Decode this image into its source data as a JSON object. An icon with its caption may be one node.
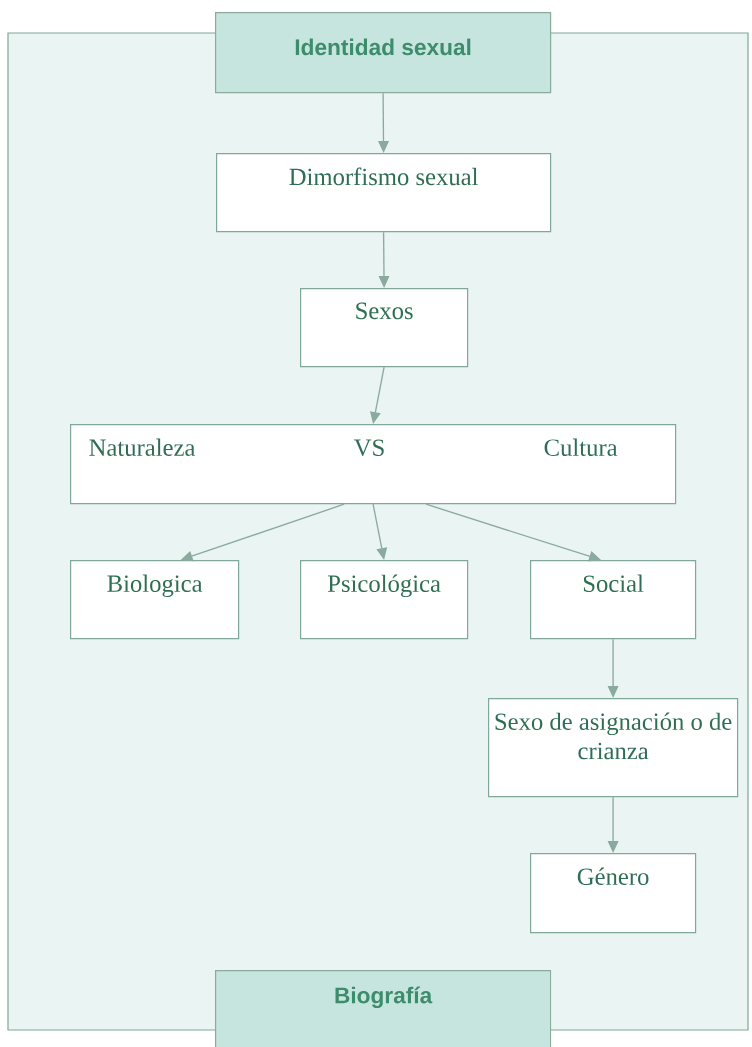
{
  "diagram": {
    "nodes": [
      {
        "text": [
          "Identidad sexual"
        ]
      },
      {
        "text": [
          "Dimorfismo sexual"
        ]
      },
      {
        "text": [
          "Sexos"
        ]
      },
      {
        "text": [
          "Naturaleza",
          "VS",
          "Cultura"
        ]
      },
      {
        "text": [
          "Biologica"
        ]
      },
      {
        "text": [
          "Psicológica"
        ]
      },
      {
        "text": [
          "Social"
        ]
      },
      {
        "text": [
          "Sexo de asignación o de crianza"
        ]
      },
      {
        "text": [
          "Género"
        ]
      },
      {
        "text": [
          "Biografía"
        ]
      }
    ],
    "edges": [
      {
        "from": 0,
        "to": 1,
        "arrow": "to"
      },
      {
        "from": 1,
        "to": 2,
        "arrow": "to"
      },
      {
        "from": 2,
        "to": 3,
        "arrow": "to"
      },
      {
        "from": 3,
        "to": 4,
        "arrow": "to"
      },
      {
        "from": 3,
        "to": 5,
        "arrow": "to"
      },
      {
        "from": 3,
        "to": 6,
        "arrow": "to"
      },
      {
        "from": 6,
        "to": 7,
        "arrow": "to"
      },
      {
        "from": 7,
        "to": 8,
        "arrow": "to"
      }
    ]
  }
}
